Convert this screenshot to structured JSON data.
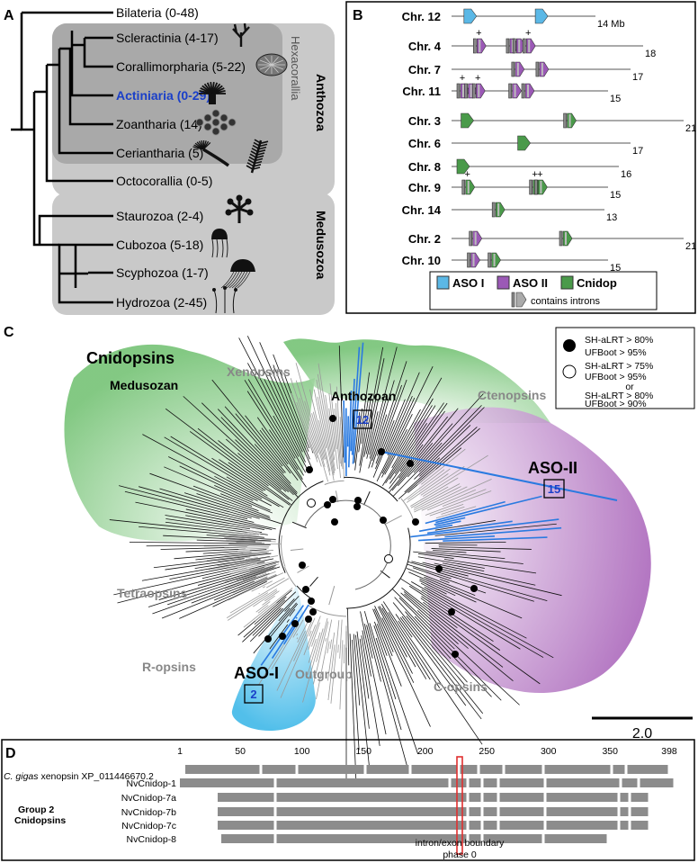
{
  "colors": {
    "aso1": "#5bb8e6",
    "aso2": "#9b59b6",
    "cnidop": "#4a9a4a",
    "highlight": "#1a3fc9",
    "blue_branch": "#2a7ae0",
    "gray_box": "#c8c8c8",
    "dark_box": "#a8a8a8",
    "outline": "#333333"
  },
  "panel_a": {
    "label": "A",
    "taxa": [
      {
        "name": "Bilateria (0-48)",
        "highlight": false,
        "icon": ""
      },
      {
        "name": "Scleractinia (4-17)",
        "highlight": false,
        "icon": "stony-coral-icon"
      },
      {
        "name": "Corallimorpharia (5-22)",
        "highlight": false,
        "icon": "corallimorph-icon"
      },
      {
        "name": "Actiniaria (0-29)",
        "highlight": true,
        "icon": "sea-anemone-icon"
      },
      {
        "name": "Zoantharia (14)",
        "highlight": false,
        "icon": "zoanthid-icon"
      },
      {
        "name": "Ceriantharia (5)",
        "highlight": false,
        "icon": "tube-anemone-icon"
      },
      {
        "name": "Octocorallia (0-5)",
        "highlight": false,
        "icon": "sea-pen-icon"
      },
      {
        "name": "Staurozoa (2-4)",
        "highlight": false,
        "icon": "stalked-jelly-icon"
      },
      {
        "name": "Cubozoa (5-18)",
        "highlight": false,
        "icon": "box-jelly-icon"
      },
      {
        "name": "Scyphozoa (1-7)",
        "highlight": false,
        "icon": "jellyfish-icon"
      },
      {
        "name": "Hydrozoa (2-45)",
        "highlight": false,
        "icon": "hydroid-icon"
      }
    ],
    "group_hexacorallia": "Hexacorallia",
    "group_anthozoa": "Anthozoa",
    "group_medusozoa": "Medusozoa"
  },
  "panel_b": {
    "label": "B",
    "chromosomes": [
      {
        "name": "Chr. 12",
        "size": "14 Mb",
        "genes": [
          {
            "pos": 0.06,
            "type": "aso1",
            "intron": false,
            "plus": false
          },
          {
            "pos": 0.67,
            "type": "aso1",
            "intron": false,
            "plus": false
          }
        ]
      },
      {
        "name": "Chr. 4",
        "size": "18",
        "genes": [
          {
            "pos": 0.1,
            "type": "aso2",
            "intron": true,
            "plus": true
          },
          {
            "pos": 0.3,
            "type": "aso2",
            "intron": true,
            "plus": false
          },
          {
            "pos": 0.34,
            "type": "aso2",
            "intron": true,
            "plus": false
          },
          {
            "pos": 0.4,
            "type": "aso2",
            "intron": true,
            "plus": true
          }
        ]
      },
      {
        "name": "Chr. 7",
        "size": "17",
        "genes": [
          {
            "pos": 0.36,
            "type": "aso2",
            "intron": true,
            "plus": false
          },
          {
            "pos": 0.52,
            "type": "aso2",
            "intron": true,
            "plus": false
          }
        ]
      },
      {
        "name": "Chr. 11",
        "size": "15",
        "genes": [
          {
            "pos": 0.0,
            "type": "aso2",
            "intron": true,
            "plus": true
          },
          {
            "pos": 0.06,
            "type": "aso2",
            "intron": true,
            "plus": false
          },
          {
            "pos": 0.12,
            "type": "aso2",
            "intron": true,
            "plus": true
          },
          {
            "pos": 0.4,
            "type": "aso2",
            "intron": true,
            "plus": false
          },
          {
            "pos": 0.5,
            "type": "aso2",
            "intron": true,
            "plus": false
          }
        ]
      },
      {
        "name": "Chr. 3",
        "size": "21",
        "genes": [
          {
            "pos": 0.02,
            "type": "cnidop",
            "intron": false,
            "plus": false
          },
          {
            "pos": 0.52,
            "type": "cnidop",
            "intron": true,
            "plus": false
          }
        ]
      },
      {
        "name": "Chr. 6",
        "size": "17",
        "genes": [
          {
            "pos": 0.4,
            "type": "cnidop",
            "intron": false,
            "plus": false
          }
        ]
      },
      {
        "name": "Chr. 8",
        "size": "16",
        "genes": [
          {
            "pos": 0.0,
            "type": "cnidop",
            "intron": false,
            "plus": false
          }
        ]
      },
      {
        "name": "Chr. 9",
        "size": "15",
        "genes": [
          {
            "pos": 0.04,
            "type": "cnidop",
            "intron": true,
            "plus": true
          },
          {
            "pos": 0.56,
            "type": "cnidop",
            "intron": true,
            "plus": true
          },
          {
            "pos": 0.6,
            "type": "cnidop",
            "intron": true,
            "plus": true
          }
        ]
      },
      {
        "name": "Chr. 14",
        "size": "13",
        "genes": [
          {
            "pos": 0.28,
            "type": "cnidop",
            "intron": true,
            "plus": false
          }
        ]
      },
      {
        "name": "Chr. 2",
        "size": "21",
        "genes": [
          {
            "pos": 0.06,
            "type": "aso2",
            "intron": true,
            "plus": false
          },
          {
            "pos": 0.5,
            "type": "cnidop",
            "intron": true,
            "plus": false
          }
        ]
      },
      {
        "name": "Chr. 10",
        "size": "15",
        "genes": [
          {
            "pos": 0.08,
            "type": "aso2",
            "intron": true,
            "plus": false
          },
          {
            "pos": 0.24,
            "type": "cnidop",
            "intron": true,
            "plus": false
          }
        ]
      }
    ],
    "legend": {
      "aso1": "ASO I",
      "aso2": "ASO II",
      "cnidop": "Cnidop",
      "intron": "contains introns"
    }
  },
  "panel_c": {
    "label": "C",
    "labels": {
      "cnidopsins": "Cnidopsins",
      "medusozan": "Medusozan",
      "xenopsins": "Xenopsins",
      "anthozoan": "Anthozoan",
      "ctenopsins": "Ctenopsins",
      "aso2": "ASO-II",
      "tetraopsins": "Tetraopsins",
      "ropsins": "R-opsins",
      "aso1": "ASO-I",
      "outgroup": "Outgroup",
      "copsins": "C-opsins"
    },
    "counts": {
      "anthozoan": "12",
      "aso2": "15",
      "aso1": "2"
    },
    "legend": {
      "filled_line1": "SH-aLRT > 80%",
      "filled_line2": "UFBoot > 95%",
      "open_line1": "SH-aLRT > 75%",
      "open_line2": "UFBoot > 95%",
      "open_or": "or",
      "open_line3": "SH-aLRT > 80%",
      "open_line4": "UFBoot > 90%"
    },
    "scale": "2.0"
  },
  "panel_d": {
    "label": "D",
    "ticks": [
      "1",
      "50",
      "100",
      "150",
      "200",
      "250",
      "300",
      "350",
      "398"
    ],
    "species_italic": "C. gigas",
    "species_rest": "xenopsin XP_011446670.2",
    "sequences": [
      "NvCnidop-1",
      "NvCnidop-7a",
      "NvCnidop-7b",
      "NvCnidop-7c",
      "NvCnidop-8"
    ],
    "group_label_line1": "Group 2",
    "group_label_line2": "Cnidopsins",
    "boundary_line1": "intron/exon boundary",
    "boundary_line2": "phase 0"
  }
}
